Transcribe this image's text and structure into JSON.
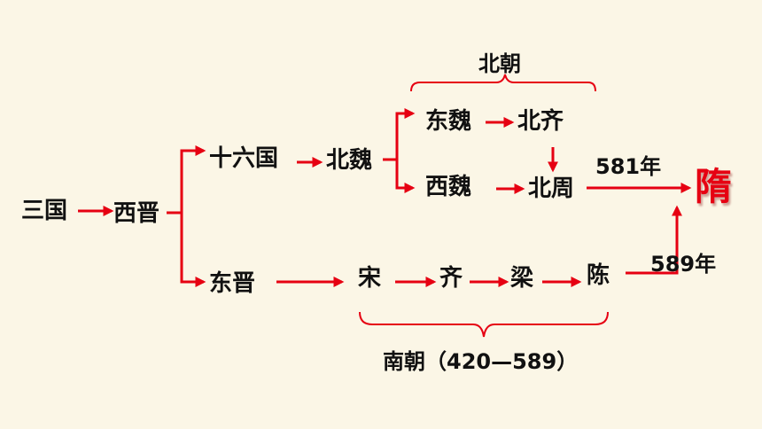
{
  "nodes": {
    "sanguo": "三国",
    "xijin": "西晋",
    "shiliuguo": "十六国",
    "beiwei": "北魏",
    "dongwei": "东魏",
    "beiqi": "北齐",
    "xiwei": "西魏",
    "beizhou": "北周",
    "sui": "隋",
    "dongjin": "东晋",
    "song": "宋",
    "qi": "齐",
    "liang": "梁",
    "chen": "陈"
  },
  "labels": {
    "year_581": "581年",
    "year_589": "589年",
    "north_dynasties": "北朝",
    "south_dynasties": "南朝（420—589）"
  },
  "colors": {
    "arrow": "#e60012",
    "text": "#111111",
    "highlight": "#e60012",
    "background": "#fbf6e6"
  }
}
